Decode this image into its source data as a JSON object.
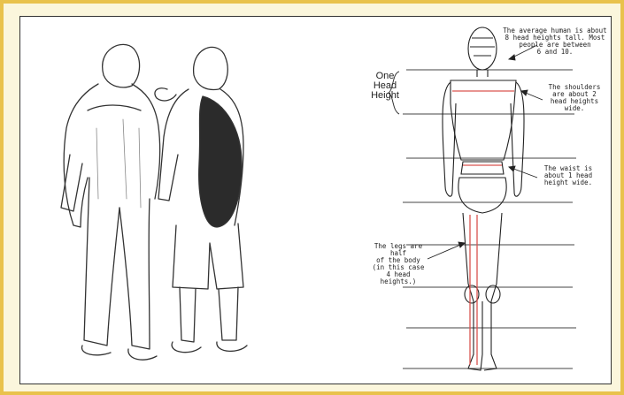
{
  "colors": {
    "frame": "#e9c24c",
    "background": "#fbf6dc",
    "proportion_line": "#d9534f"
  },
  "proportion_diagram": {
    "head_height_label": "One\nHead\nHeight",
    "annotations": {
      "average_height": "The average human is about\n8 head heights tall. Most\npeople are between\n6 and 10.",
      "shoulders": "The shoulders\nare about 2\nhead heights\nwide.",
      "waist": "The waist is\nabout 1 head\nheight wide.",
      "legs": "The legs are half\nof the body\n(in this case\n4 head heights.)"
    }
  }
}
